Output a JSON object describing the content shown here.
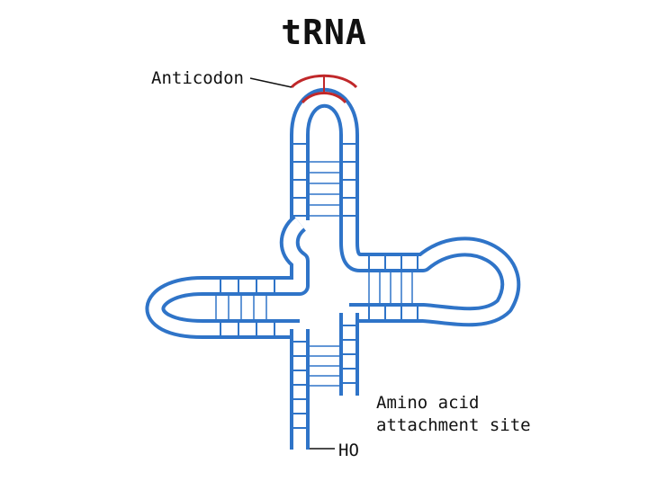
{
  "title": "tRNA",
  "labels": {
    "anticodon": "Anticodon",
    "amino_line1": "Amino acid",
    "amino_line2": "attachment site",
    "ho": "HO"
  },
  "colors": {
    "strand": "#2f74c8",
    "anticodon": "#c0282a",
    "leader": "#111111"
  }
}
